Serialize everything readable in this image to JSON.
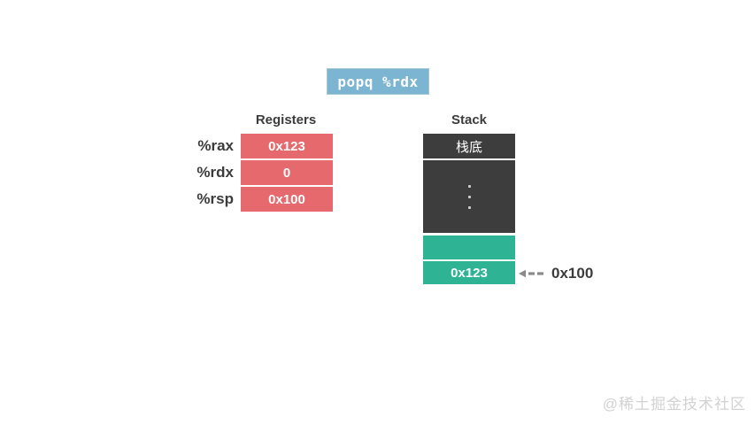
{
  "instruction": {
    "label": "popq %rdx"
  },
  "registers": {
    "title": "Registers",
    "rows": [
      {
        "name": "%rax",
        "value": "0x123"
      },
      {
        "name": "%rdx",
        "value": "0"
      },
      {
        "name": "%rsp",
        "value": "0x100"
      }
    ]
  },
  "stack": {
    "title": "Stack",
    "bottom_label": "栈底",
    "cells": [
      {
        "value": ""
      },
      {
        "value": "0x123"
      }
    ],
    "pointer": {
      "label": "0x100"
    }
  },
  "watermark": "@稀土掘金技术社区",
  "colors": {
    "instruction_fill": "#7cb5d2",
    "register_fill": "#e5696d",
    "stack_dark": "#3d3d3d",
    "stack_green": "#2eb394",
    "arrow": "#8a8a8a",
    "text_dark": "#3c3c3c",
    "watermark": "#d2d2d2"
  }
}
